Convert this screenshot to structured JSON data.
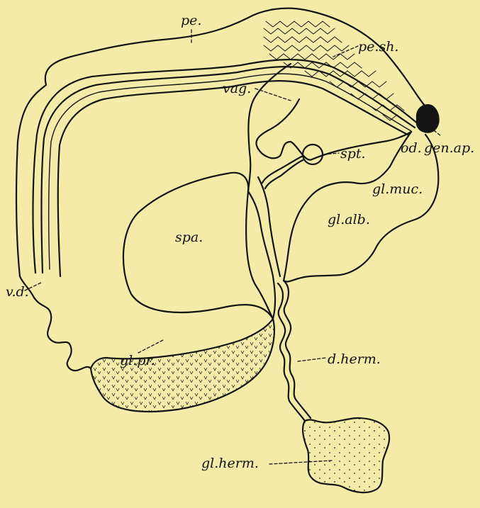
{
  "background": "#f3eba7",
  "ink": "#141414",
  "labels": {
    "pe": "pe.",
    "pe_sh": "pe.sh.",
    "vag": "vag.",
    "spt": "spt.",
    "od": "od.",
    "gen_ap": "gen.ap.",
    "gl_muc": "gl.muc.",
    "gl_alb": "gl.alb.",
    "spa": "spa.",
    "v_d": "v.d.",
    "d_herm": "d.herm.",
    "gl_pr": "gl.pr.",
    "gl_herm": "gl.herm."
  }
}
